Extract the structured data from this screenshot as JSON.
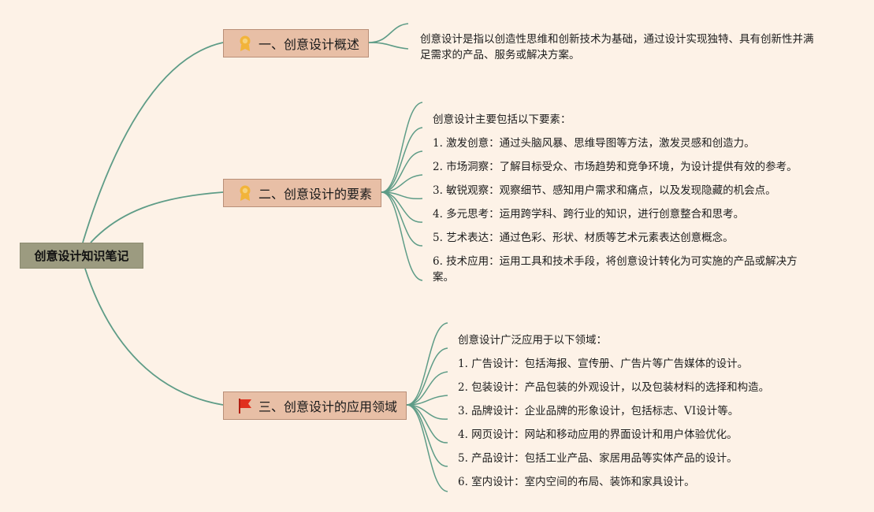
{
  "root": {
    "label": "创意设计知识笔记"
  },
  "branches": [
    {
      "label": "一、创意设计概述",
      "icon": "medal-icon",
      "leaves": [
        {
          "text": "创意设计是指以创造性思维和创新技术为基础，通过设计实现独特、具有创新性并满足需求的产品、服务或解决方案。"
        }
      ]
    },
    {
      "label": "二、创意设计的要素",
      "icon": "medal-icon",
      "leaves": [
        {
          "text": "创意设计主要包括以下要素："
        },
        {
          "text": "1. 激发创意：通过头脑风暴、思维导图等方法，激发灵感和创造力。"
        },
        {
          "text": "2. 市场洞察：了解目标受众、市场趋势和竞争环境，为设计提供有效的参考。"
        },
        {
          "text": "3. 敏锐观察：观察细节、感知用户需求和痛点，以及发现隐藏的机会点。"
        },
        {
          "text": "4. 多元思考：运用跨学科、跨行业的知识，进行创意整合和思考。"
        },
        {
          "text": "5. 艺术表达：通过色彩、形状、材质等艺术元素表达创意概念。"
        },
        {
          "text": "6. 技术应用：运用工具和技术手段，将创意设计转化为可实施的产品或解决方案。"
        }
      ]
    },
    {
      "label": "三、创意设计的应用领域",
      "icon": "red-flag-icon",
      "leaves": [
        {
          "text": "创意设计广泛应用于以下领域："
        },
        {
          "text": "1. 广告设计：包括海报、宣传册、广告片等广告媒体的设计。"
        },
        {
          "text": "2. 包装设计：产品包装的外观设计，以及包装材料的选择和构造。"
        },
        {
          "text": "3. 品牌设计：企业品牌的形象设计，包括标志、VI设计等。"
        },
        {
          "text": "4. 网页设计：网站和移动应用的界面设计和用户体验优化。"
        },
        {
          "text": "5. 产品设计：包括工业产品、家居用品等实体产品的设计。"
        },
        {
          "text": "6. 室内设计：室内空间的布局、装饰和家具设计。"
        }
      ]
    }
  ],
  "colors": {
    "background": "#fdf2e7",
    "connector": "#5e9c87",
    "root_fill": "#9c9b80",
    "branch_fill": "#e8bfa6",
    "medal": "#f2b43a",
    "flag": "#e0301e"
  }
}
